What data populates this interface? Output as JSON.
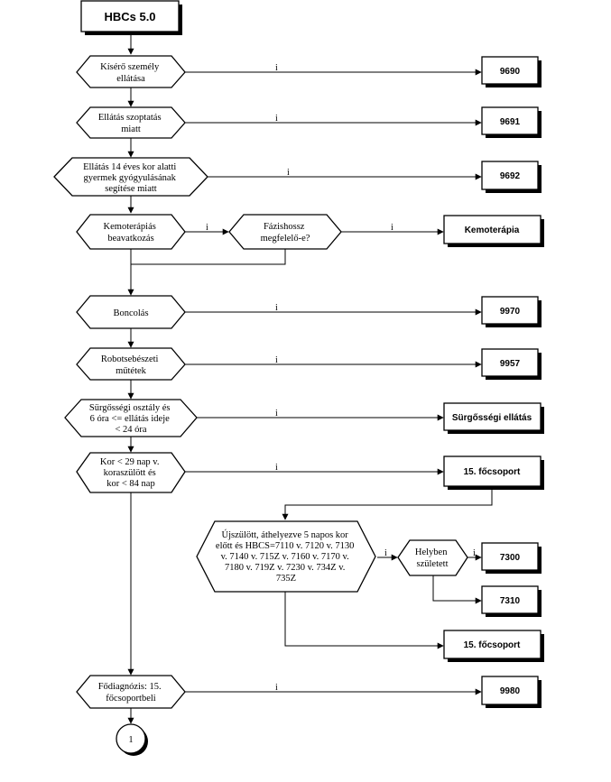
{
  "title": "HBCs 5.0",
  "yes_label": "i",
  "decisions": {
    "d1": [
      "Kísérő személy",
      "ellátása"
    ],
    "d2": [
      "Ellátás szoptatás",
      "miatt"
    ],
    "d3": [
      "Ellátás 14 éves kor alatti",
      "gyermek gyógyulásának",
      "segítése miatt"
    ],
    "d4": [
      "Kemoterápiás",
      "beavatkozás"
    ],
    "d5": [
      "Fázishossz",
      "megfelelő-e?"
    ],
    "d6": [
      "Boncolás"
    ],
    "d7": [
      "Robotsebészeti",
      "műtétek"
    ],
    "d8": [
      "Sürgősségi osztály és",
      "6 óra <= ellátás ideje",
      "< 24 óra"
    ],
    "d9": [
      "Kor < 29 nap v.",
      "koraszülött és",
      "kor < 84 nap"
    ],
    "d10": [
      "Újszülött, áthelyezve 5 napos kor",
      "előtt és HBCS=7110 v. 7120 v. 7130",
      "v. 7140 v. 715Z v. 7160 v. 7170 v.",
      "7180 v. 719Z v. 7230 v. 734Z v.",
      "735Z"
    ],
    "d11": [
      "Helyben",
      "született"
    ],
    "d12": [
      "Fődiagnózis: 15.",
      "főcsoportbeli"
    ]
  },
  "results": {
    "r1": "9690",
    "r2": "9691",
    "r3": "9692",
    "r4": "Kemoterápia",
    "r5": "9970",
    "r6": "9957",
    "r7": "Sürgősségi ellátás",
    "r8": "15. főcsoport",
    "r9": "7300",
    "r10": "7310",
    "r11": "15. főcsoport",
    "r12": "9980"
  },
  "connector": "1"
}
